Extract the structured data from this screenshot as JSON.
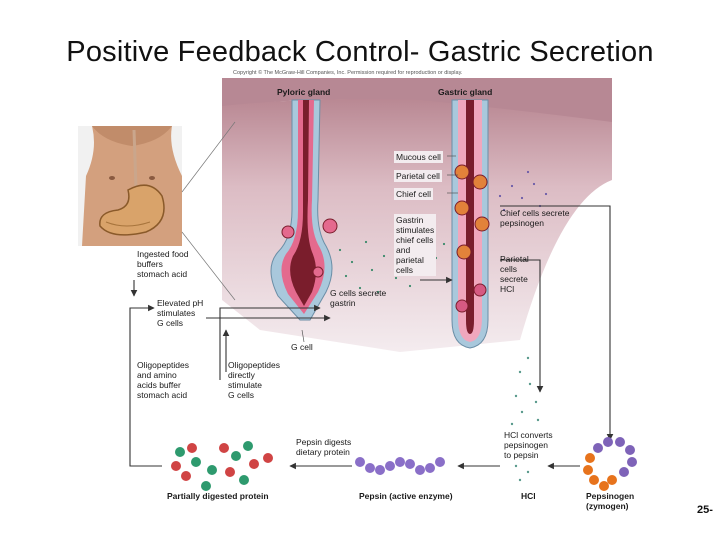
{
  "slide": {
    "title": "Positive Feedback Control- Gastric Secretion",
    "copyright": "Copyright © The McGraw-Hill Companies, Inc. Permission required for reproduction or display.",
    "page_number": "25-"
  },
  "gland_labels": {
    "pyloric": "Pyloric gland",
    "gastric": "Gastric gland"
  },
  "cell_labels": {
    "mucous": "Mucous cell",
    "parietal": "Parietal cell",
    "chief": "Chief cell",
    "g_cell": "G cell"
  },
  "steps": {
    "ingested_food": "Ingested food\nbuffers\nstomach acid",
    "elevated_ph": "Elevated pH\nstimulates\nG cells",
    "oligo_buffer": "Oligopeptides\nand amino\nacids buffer\nstomach acid",
    "oligo_stimulate": "Oligopeptides\ndirectly\nstimulate\nG cells",
    "g_secrete": "G cells secrete\ngastrin",
    "gastrin_stimulates": "Gastrin\nstimulates\nchief cells\nand\nparietal\ncells",
    "chief_secrete": "Chief cells secrete\npepsinogen",
    "parietal_secrete": "Parietal\ncells\nsecrete\nHCl",
    "hcl_converts": "HCl converts\npepsinogen\nto pepsin",
    "pepsin_digests": "Pepsin digests\ndietary protein"
  },
  "bottom_labels": {
    "partial_protein": "Partially digested protein",
    "pepsin": "Pepsin (active enzyme)",
    "hcl": "HCl",
    "pepsinogen": "Pepsinogen\n(zymogen)"
  },
  "colors": {
    "tissue": "#c89aa4",
    "gland_pink": "#e46a8e",
    "gland_lumen": "#7a1d2c",
    "cell_blue": "#a9c8dc",
    "arrow": "#333333",
    "pepsin": "#8a6fc8",
    "pepsinogen_orange": "#e7731c",
    "pepsinogen_purple": "#7e63b8",
    "bead_red": "#d04444",
    "bead_green": "#2e9a6e"
  }
}
